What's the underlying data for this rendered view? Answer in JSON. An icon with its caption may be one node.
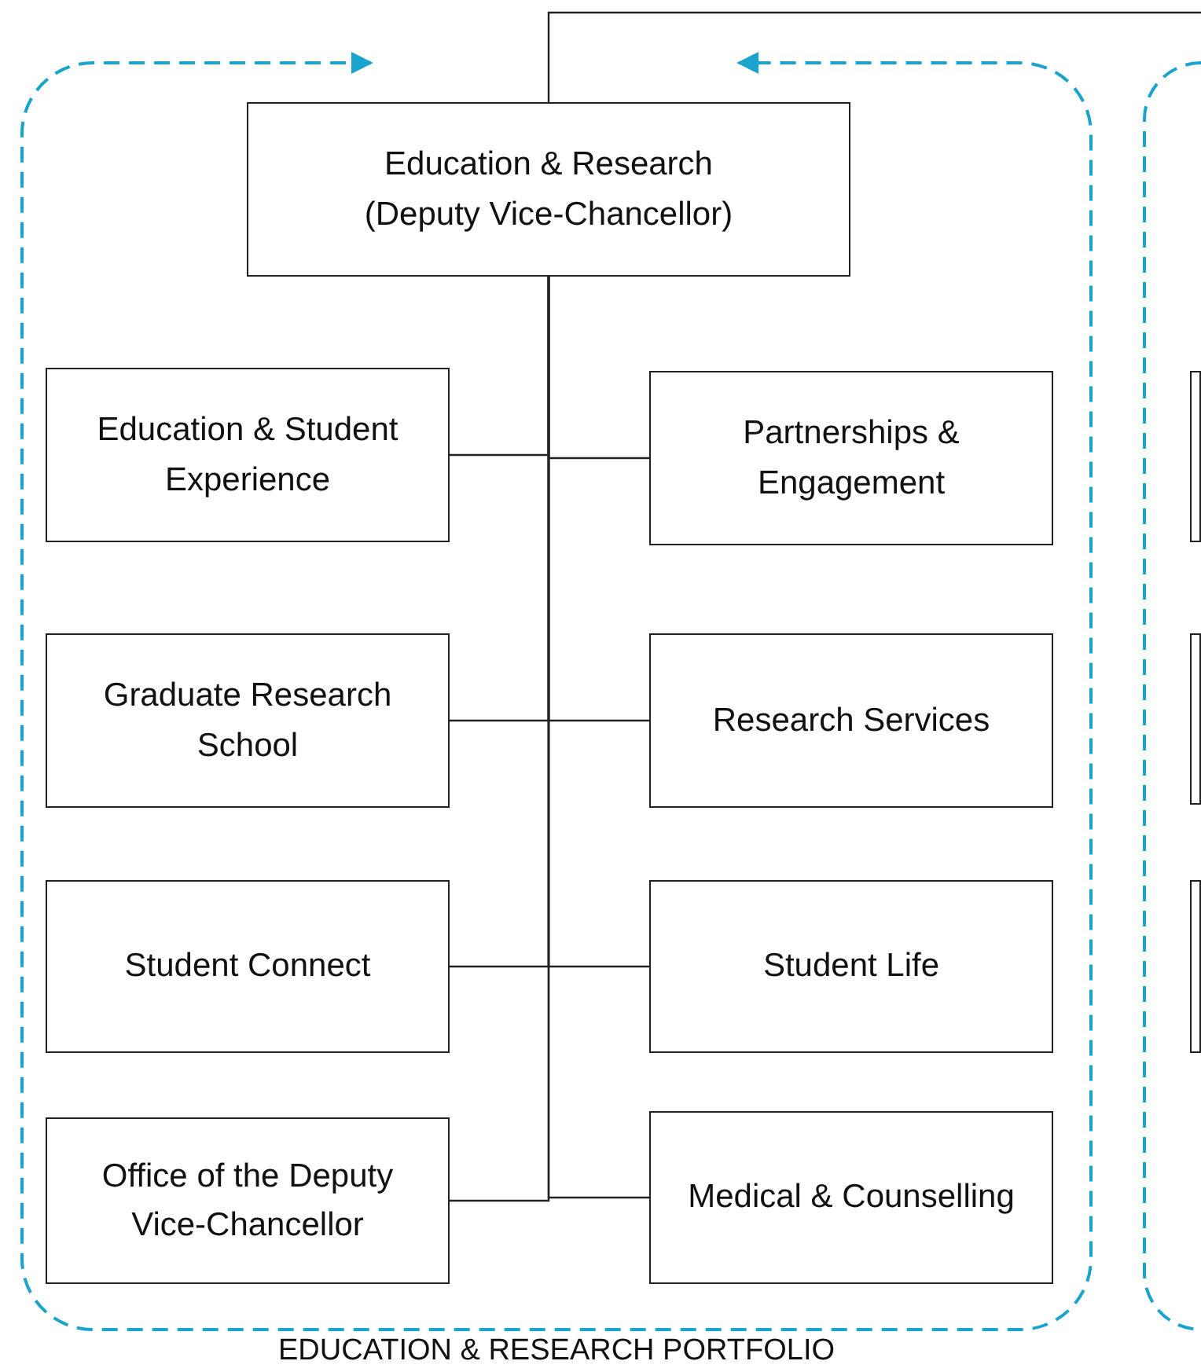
{
  "diagram": {
    "nodes": [
      {
        "text": [
          "EDUCATION & RESEARCH PORTFOLIO"
        ]
      },
      {
        "text": [
          "Education & Research (Deputy Vice-Chancellor)"
        ],
        "in": 0
      },
      {
        "text": [
          "Education & Student Experience"
        ],
        "in": 0
      },
      {
        "text": [
          "Partnerships & Engagement"
        ],
        "in": 0
      },
      {
        "text": [
          "Graduate Research School"
        ],
        "in": 0
      },
      {
        "text": [
          "Research Services"
        ],
        "in": 0
      },
      {
        "text": [
          "Student Connect"
        ],
        "in": 0
      },
      {
        "text": [
          "Student Life"
        ],
        "in": 0
      },
      {
        "text": [
          "Office of the Deputy Vice-Chancellor"
        ],
        "in": 0
      },
      {
        "text": [
          "Medical & Counselling"
        ],
        "in": 0
      },
      {
        "text": [],
        "shape": "box"
      },
      {
        "text": [],
        "shape": "box",
        "in": 10
      },
      {
        "text": [],
        "shape": "box",
        "in": 10
      },
      {
        "text": [],
        "shape": "box",
        "in": 10
      }
    ],
    "edges": [
      {
        "from": 1,
        "to": null,
        "arrow": "none"
      },
      {
        "from": 1,
        "to": 2,
        "arrow": "none"
      },
      {
        "from": 1,
        "to": 3,
        "arrow": "none"
      },
      {
        "from": 1,
        "to": 4,
        "arrow": "none"
      },
      {
        "from": 1,
        "to": 5,
        "arrow": "none"
      },
      {
        "from": 1,
        "to": 6,
        "arrow": "none"
      },
      {
        "from": 1,
        "to": 7,
        "arrow": "none"
      },
      {
        "from": 1,
        "to": 8,
        "arrow": "none"
      },
      {
        "from": 1,
        "to": 9,
        "arrow": "none"
      }
    ]
  }
}
